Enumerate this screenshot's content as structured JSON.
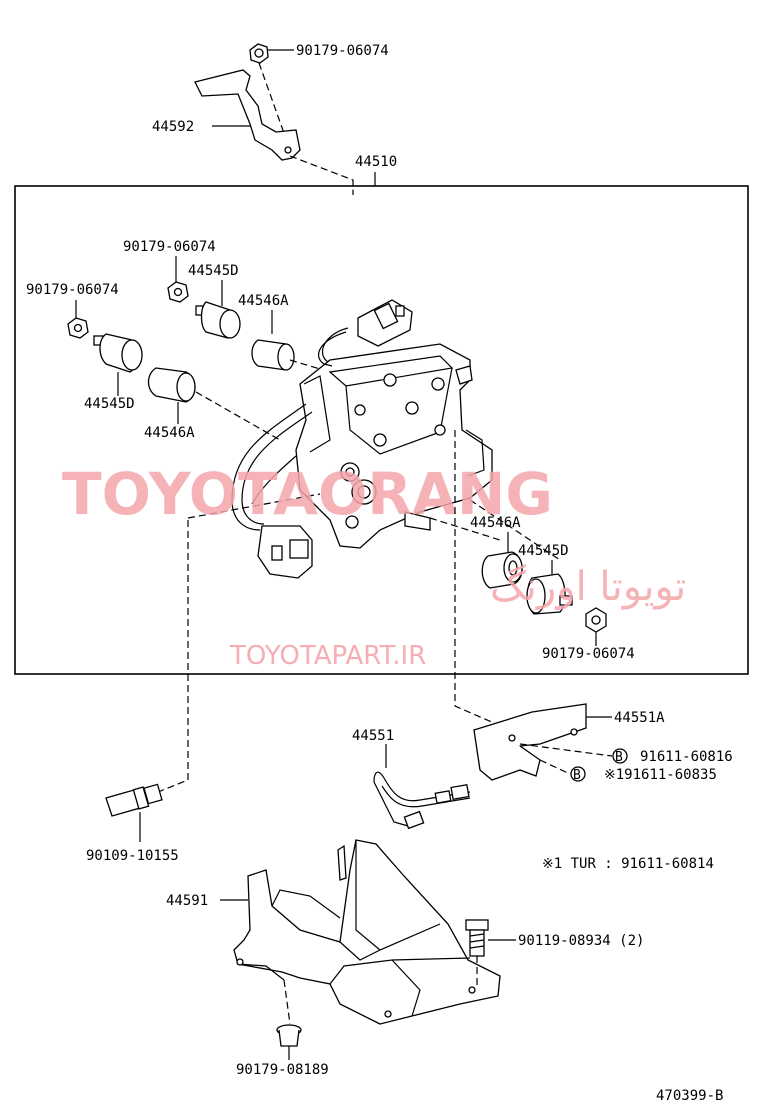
{
  "watermark": {
    "brand": "TOYOTAORANG",
    "persian": "تویوتا اورنگ",
    "url": "TOYOTAPART.IR"
  },
  "callouts": {
    "nut_top": "90179-06074",
    "bracket_top": "44592",
    "actuator_assy": "44510",
    "nut_left_upper": "90179-06074",
    "solenoid_d_upper": "44545D",
    "nut_left": "90179-06074",
    "spring_a_upper": "44546A",
    "solenoid_d_left": "44545D",
    "spring_a_left": "44546A",
    "spring_a_right": "44546A",
    "solenoid_d_right": "44545D",
    "nut_right": "90179-06074",
    "bracket_right": "44551A",
    "tube": "44551",
    "bolt_b1": "91611-60816",
    "bolt_b2": "※191611-60835",
    "sensor_bolt": "90109-10155",
    "note_tur": "※1 TUR : 91611-60814",
    "bracket_bottom": "44591",
    "bolt_bottom": "90119-08934 (2)",
    "clip_bottom": "90179-08189"
  },
  "marker": "B",
  "figure_id": "470399-B"
}
